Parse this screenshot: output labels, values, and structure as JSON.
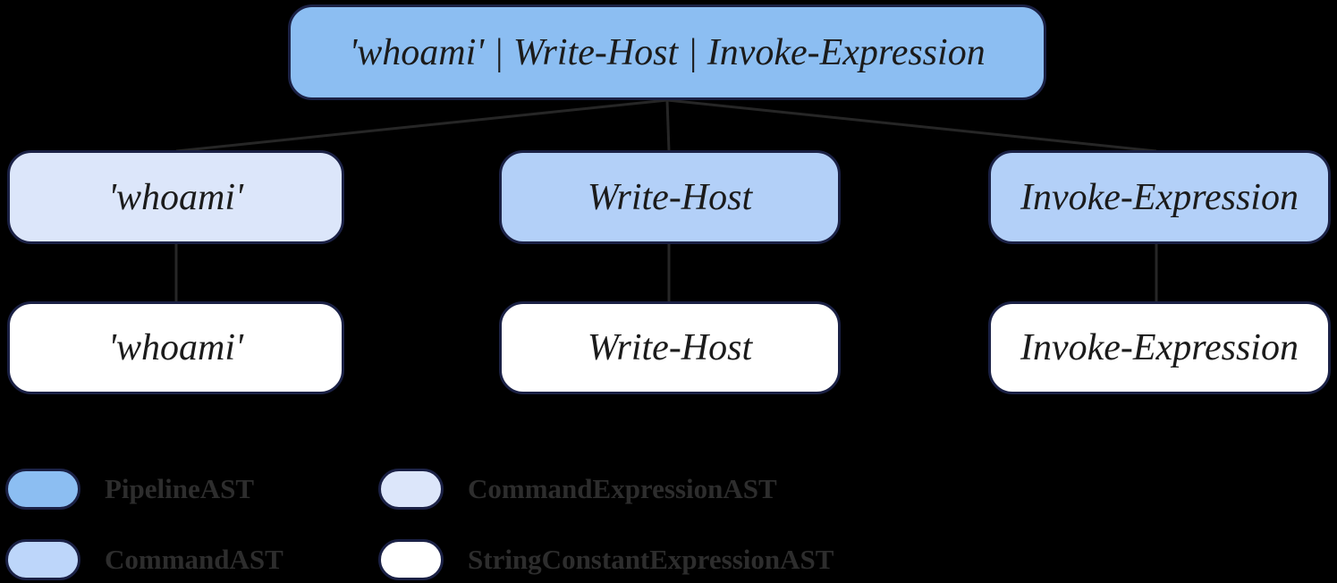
{
  "diagram": {
    "root": {
      "label": "'whoami' | Write-Host | Invoke-Expression",
      "type": "PipelineAST"
    },
    "children": [
      {
        "label": "'whoami'",
        "type": "CommandExpressionAST"
      },
      {
        "label": "Write-Host",
        "type": "CommandAST"
      },
      {
        "label": "Invoke-Expression",
        "type": "CommandAST"
      }
    ],
    "grandchildren": [
      {
        "label": "'whoami'",
        "type": "StringConstantExpressionAST"
      },
      {
        "label": "Write-Host",
        "type": "StringConstantExpressionAST"
      },
      {
        "label": "Invoke-Expression",
        "type": "StringConstantExpressionAST"
      }
    ],
    "legend": {
      "items": [
        {
          "label": "PipelineAST",
          "color": "#8cbef2"
        },
        {
          "label": "CommandAST",
          "color": "#bdd6fa"
        },
        {
          "label": "CommandExpressionAST",
          "color": "#dce6fa"
        },
        {
          "label": "StringConstantExpressionAST",
          "color": "#ffffff"
        }
      ]
    },
    "colors": {
      "background": "#000000",
      "pipeline": "#8cbef2",
      "command": "#b3d0f8",
      "command_expression": "#dce6fa",
      "string_constant": "#ffffff",
      "node_border": "#1b2145",
      "edge": "#262626",
      "node_text": "#1b1b1b",
      "legend_text": "#2d2d2d"
    }
  }
}
